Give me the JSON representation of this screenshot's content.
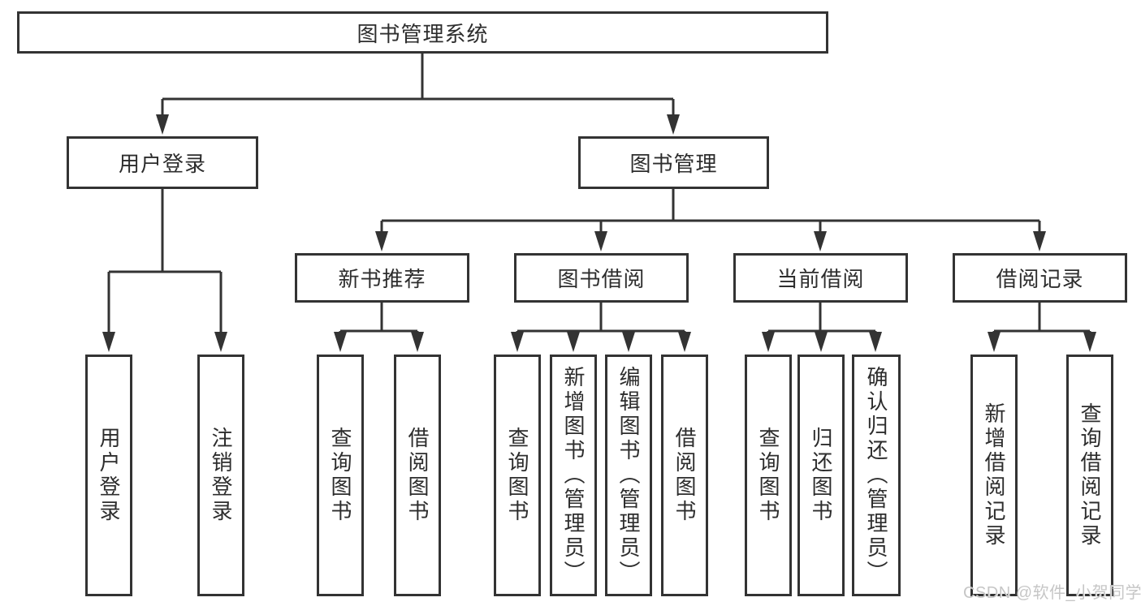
{
  "diagram": {
    "root": {
      "label": "图书管理系统"
    },
    "branches": [
      {
        "label": "用户登录",
        "children": [
          "用户登录",
          "注销登录"
        ]
      },
      {
        "label": "图书管理",
        "sections": [
          {
            "label": "新书推荐",
            "children": [
              "查询图书",
              "借阅图书"
            ]
          },
          {
            "label": "图书借阅",
            "children": [
              "查询图书",
              "新增图书（管理员）",
              "编辑图书（管理员）",
              "借阅图书"
            ]
          },
          {
            "label": "当前借阅",
            "children": [
              "查询图书",
              "归还图书",
              "确认归还（管理员）"
            ]
          },
          {
            "label": "借阅记录",
            "children": [
              "新增借阅记录",
              "查询借阅记录"
            ]
          }
        ]
      }
    ]
  },
  "watermark": {
    "text": "CSDN @软件_小贺同学"
  },
  "colors": {
    "line": "#333333",
    "text": "#2d2d2d",
    "background": "#ffffff",
    "watermark": "#c6c6c6"
  }
}
